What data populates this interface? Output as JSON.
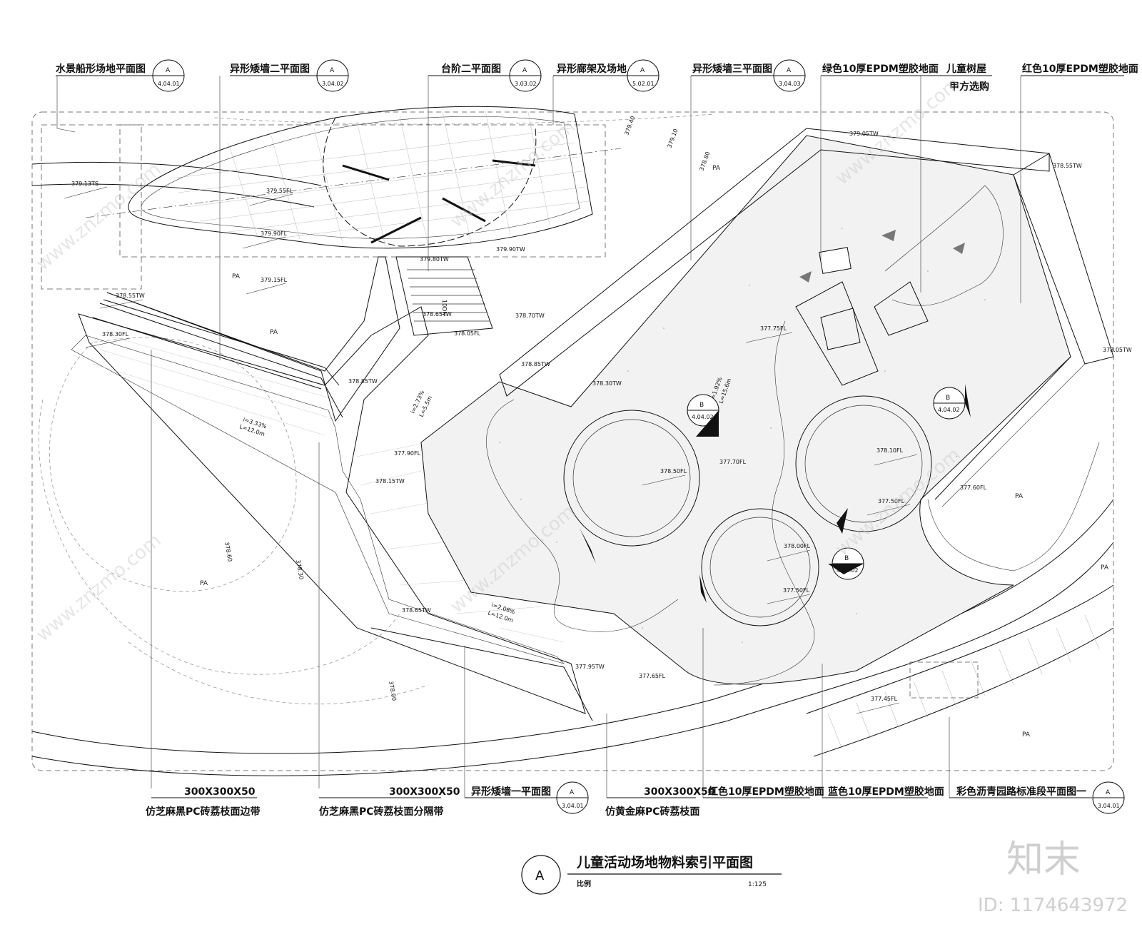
{
  "drawing": {
    "title": "儿童活动场地物料索引平面图",
    "scale_label": "比例",
    "scale_value": "1:125",
    "title_mark": "A"
  },
  "callouts_top": [
    {
      "text": "水景船形场地平面图",
      "sym": "A",
      "ref": "4.04.01"
    },
    {
      "text": "异形矮墙二平面图",
      "sym": "A",
      "ref": "3.04.02"
    },
    {
      "text": "台阶二平面图",
      "sym": "A",
      "ref": "3.03.02"
    },
    {
      "text": "异形廊架及场地",
      "sym": "A",
      "ref": "5.02.01"
    },
    {
      "text": "异形矮墙三平面图",
      "sym": "A",
      "ref": "3.04.03"
    },
    {
      "text": "绿色10厚EPDM塑胶地面"
    },
    {
      "text": "儿童树屋"
    },
    {
      "text": "甲方选购"
    },
    {
      "text": "红色10厚EPDM塑胶地面"
    }
  ],
  "callouts_bottom": [
    {
      "text1": "300X300X50",
      "text2": "仿芝麻黑PC砖荔枝面边带"
    },
    {
      "text1": "300X300X50",
      "text2": "仿芝麻黑PC砖荔枝面分隔带"
    },
    {
      "text": "异形矮墙一平面图",
      "sym": "A",
      "ref": "3.04.01"
    },
    {
      "text1": "300X300X50",
      "text2": "仿黄金麻PC砖荔枝面"
    },
    {
      "text": "红色10厚EPDM塑胶地面"
    },
    {
      "text": "蓝色10厚EPDM塑胶地面"
    },
    {
      "text": "彩色沥青园路标准段平面图一",
      "sym": "A",
      "ref": "3.04.01"
    }
  ],
  "section_marks": [
    {
      "sym": "B",
      "ref": "4.04.02"
    },
    {
      "sym": "B",
      "ref": "4.04.02"
    },
    {
      "sym": "B",
      "ref": "4.04.02"
    }
  ],
  "elevations": [
    "379.13TS",
    "379.55FL",
    "379.90FL",
    "379.15FL",
    "379.80TW",
    "379.90TW",
    "378.65TW",
    "378.70TW",
    "378.55TW",
    "378.30FL",
    "378.05FL",
    "378.85TW",
    "378.85TW",
    "378.30TW",
    "377.90FL",
    "378.15TW",
    "379.05TW",
    "378.55TW",
    "377.75FL",
    "378.50FL",
    "377.70FL",
    "378.10FL",
    "377.50FL",
    "378.05TW",
    "377.60FL",
    "378.00FL",
    "377.50FL",
    "378.65TW",
    "377.95TW",
    "377.65FL",
    "377.45FL"
  ],
  "contours": [
    "379.40",
    "379.10",
    "378.80",
    "378.60",
    "378.30",
    "378.00"
  ],
  "area_labels": [
    "PA",
    "PA",
    "PA",
    "PA",
    "PA",
    "PA",
    "PA"
  ],
  "slopes": [
    {
      "i": "i=3.33%",
      "L": "L=12.0m"
    },
    {
      "i": "i=2.73%",
      "L": "L=5.5m"
    },
    {
      "i": "i=1.92%",
      "L": "L=15.6m"
    },
    {
      "i": "i=2.08%",
      "L": "L=12.0m"
    }
  ],
  "stair_label": "10DN",
  "watermark": {
    "text": "www.znzmo.com",
    "brand": "知末",
    "id": "ID: 1174643972"
  }
}
